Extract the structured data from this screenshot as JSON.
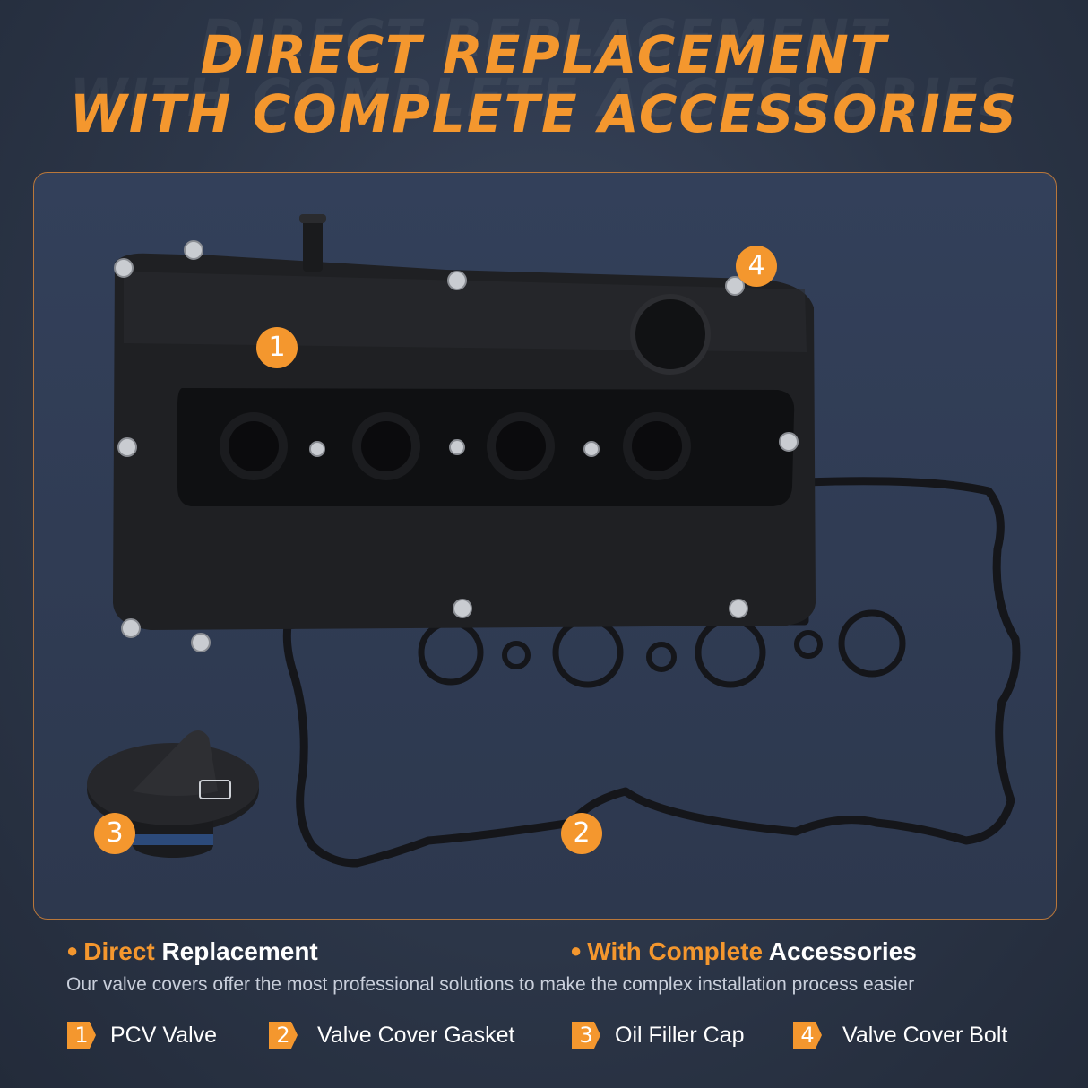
{
  "headline": {
    "line1": "DIRECT REPLACEMENT",
    "line2": "WITH COMPLETE ACCESSORIES"
  },
  "callouts": [
    "1",
    "2",
    "3",
    "4"
  ],
  "features": [
    {
      "highlight": "Direct",
      "rest": "Replacement"
    },
    {
      "highlight": "With Complete",
      "rest": "Accessories"
    }
  ],
  "description": "Our valve covers offer the most professional solutions to make the complex installation process easier",
  "legend": [
    {
      "num": "1",
      "label": "PCV Valve"
    },
    {
      "num": "2",
      "label": "Valve Cover Gasket"
    },
    {
      "num": "3",
      "label": "Oil Filler Cap"
    },
    {
      "num": "4",
      "label": "Valve Cover Bolt"
    }
  ],
  "colors": {
    "accent": "#f4972e",
    "background": "#2c3648",
    "panel_border": "#b9773a",
    "part_black": "#1c1d20"
  }
}
